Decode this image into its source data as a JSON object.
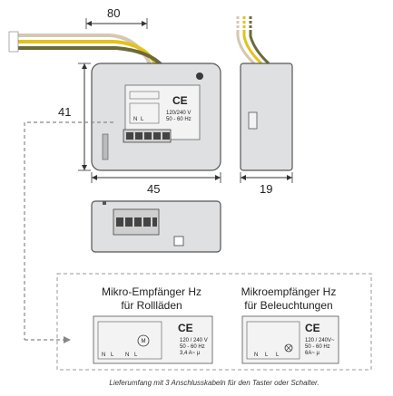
{
  "dimensions": {
    "cable_length": "80",
    "height": "41",
    "width": "45",
    "depth": "19"
  },
  "front_label": {
    "ce": "CE",
    "voltage": "120/240 V",
    "freq": "50 - 60 Hz",
    "terminals": [
      "N",
      "L"
    ]
  },
  "variants": [
    {
      "title_line1": "Mikro-Empfänger Hz",
      "title_line2": "für Rollläden",
      "ce": "CE",
      "spec_lines": [
        "120 / 240 V",
        "50 - 60 Hz",
        "3,4 A~ µ"
      ],
      "terminals": [
        "N",
        "L",
        "N",
        "L"
      ],
      "motor": "M"
    },
    {
      "title_line1": "Mikroempfänger Hz",
      "title_line2": "für Beleuchtungen",
      "ce": "CE",
      "spec_lines": [
        "120 / 240V~",
        "50 - 60 Hz",
        "6A~ µ"
      ],
      "terminals": [
        "N",
        "L",
        "L"
      ],
      "motor": ""
    }
  ],
  "caption": "Lieferumfang mit 3 Anschlusskabeln für den Taster oder Schalter.",
  "colors": {
    "wire_yellow": "#e3c21a",
    "wire_dark": "#6b6b3a",
    "body_gray": "#dfe0e2",
    "outline": "#555555",
    "dashed": "#888888"
  }
}
